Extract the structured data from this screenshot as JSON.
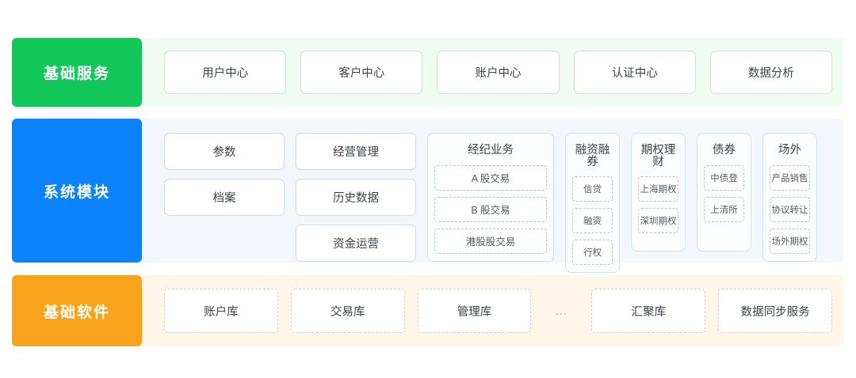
{
  "bands": [
    {
      "id": "basic-services",
      "label": "基础服务",
      "accent": "#14c75a",
      "background": "#f1fbf4",
      "items": [
        {
          "label": "用户中心"
        },
        {
          "label": "客户中心"
        },
        {
          "label": "账户中心"
        },
        {
          "label": "认证中心"
        },
        {
          "label": "数据分析"
        }
      ]
    },
    {
      "id": "system-modules",
      "label": "系统模块",
      "accent": "#0c82fb",
      "background": "#f3f7fb",
      "columns": [
        {
          "label": "参数"
        },
        {
          "label": "档案"
        }
      ],
      "columns2": [
        {
          "label": "经营管理"
        },
        {
          "label": "历史数据"
        },
        {
          "label": "资金运营"
        }
      ],
      "panels": [
        {
          "title": "经纪业务",
          "items": [
            {
              "label": "A 股交易"
            },
            {
              "label": "B 股交易"
            },
            {
              "label": "港股股交易"
            }
          ]
        },
        {
          "title": "融资融券",
          "items": [
            {
              "label": "信贷"
            },
            {
              "label": "融资"
            },
            {
              "label": "行权"
            }
          ]
        },
        {
          "title": "期权理财",
          "items": [
            {
              "label": "上海期权"
            },
            {
              "label": "深圳期权"
            }
          ]
        },
        {
          "title": "债券",
          "items": [
            {
              "label": "中债登"
            },
            {
              "label": "上清所"
            }
          ]
        },
        {
          "title": "场外",
          "items": [
            {
              "label": "产品销售"
            },
            {
              "label": "协议转让"
            },
            {
              "label": "场外期权"
            }
          ]
        }
      ]
    },
    {
      "id": "basic-software",
      "label": "基础软件",
      "accent": "#f7a31b",
      "background": "#fdf6e9",
      "items": [
        {
          "label": "账户库"
        },
        {
          "label": "交易库"
        },
        {
          "label": "管理库"
        },
        {
          "label": "...",
          "type": "ellipsis"
        },
        {
          "label": "汇聚库"
        },
        {
          "label": "数据同步服务"
        }
      ]
    }
  ]
}
